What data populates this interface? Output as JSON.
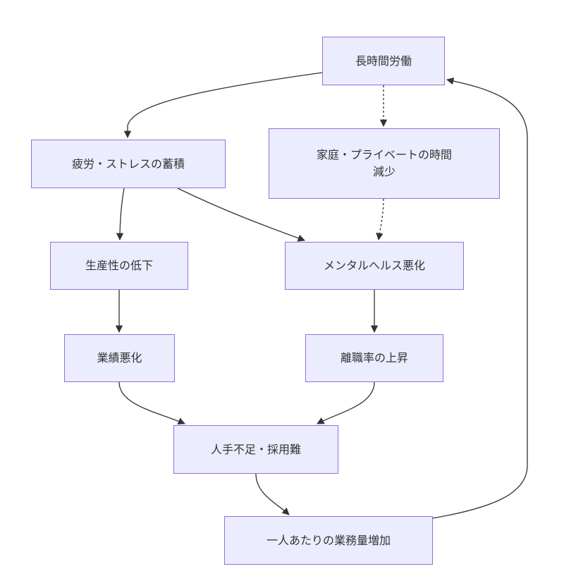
{
  "diagram": {
    "nodes": {
      "long_hours": "長時間労働",
      "fatigue": "疲労・ストレスの蓄積",
      "family_line1": "家庭・プライベートの時間",
      "family_line2": "減少",
      "productivity": "生産性の低下",
      "mental": "メンタルヘルス悪化",
      "performance": "業績悪化",
      "turnover": "離職率の上昇",
      "shortage": "人手不足・採用難",
      "workload": "一人あたりの業務量増加"
    },
    "edges": [
      {
        "from": "long_hours",
        "to": "fatigue",
        "style": "solid"
      },
      {
        "from": "long_hours",
        "to": "family",
        "style": "dotted"
      },
      {
        "from": "fatigue",
        "to": "productivity",
        "style": "solid"
      },
      {
        "from": "fatigue",
        "to": "mental",
        "style": "solid"
      },
      {
        "from": "family",
        "to": "mental",
        "style": "dotted"
      },
      {
        "from": "productivity",
        "to": "performance",
        "style": "solid"
      },
      {
        "from": "mental",
        "to": "turnover",
        "style": "solid"
      },
      {
        "from": "performance",
        "to": "shortage",
        "style": "solid"
      },
      {
        "from": "turnover",
        "to": "shortage",
        "style": "solid"
      },
      {
        "from": "shortage",
        "to": "workload",
        "style": "solid"
      },
      {
        "from": "workload",
        "to": "long_hours",
        "style": "solid"
      }
    ],
    "colors": {
      "node_fill": "#ececff",
      "node_border": "#9370db",
      "edge": "#333333",
      "text": "#333333"
    }
  }
}
